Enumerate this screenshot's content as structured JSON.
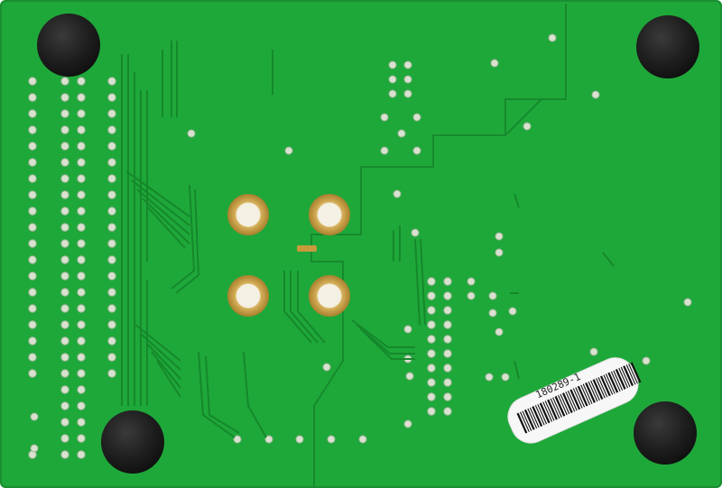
{
  "photo": {
    "subject": "pcb-board-bottom-side",
    "colors": {
      "board": "#1fa83a",
      "copper_pour": "#17a034",
      "trace": "#15882b",
      "pad": "#c9c9a0",
      "pad_ring": "#dfe6d8",
      "gold_pad": "#c79a3c",
      "bumper": "#1c1c1c",
      "label": "#f7f7f7"
    },
    "feet_count": 4,
    "mounting_holes": 4
  },
  "label": {
    "serial": "180289-1"
  }
}
